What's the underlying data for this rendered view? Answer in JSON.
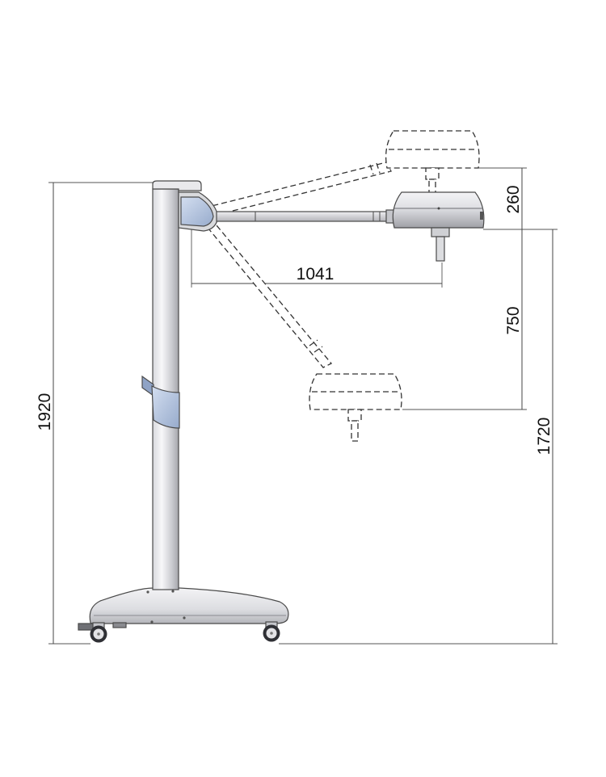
{
  "dimensions": {
    "total_height": "1920",
    "arm_reach": "1041",
    "upper_travel": "260",
    "lower_travel": "750",
    "head_height": "1720"
  },
  "colors": {
    "metal_light": "#f2f2f4",
    "metal_dark": "#a7a8ad",
    "accent_blue": "#b8c8e2",
    "line": "#4a4a4a"
  }
}
